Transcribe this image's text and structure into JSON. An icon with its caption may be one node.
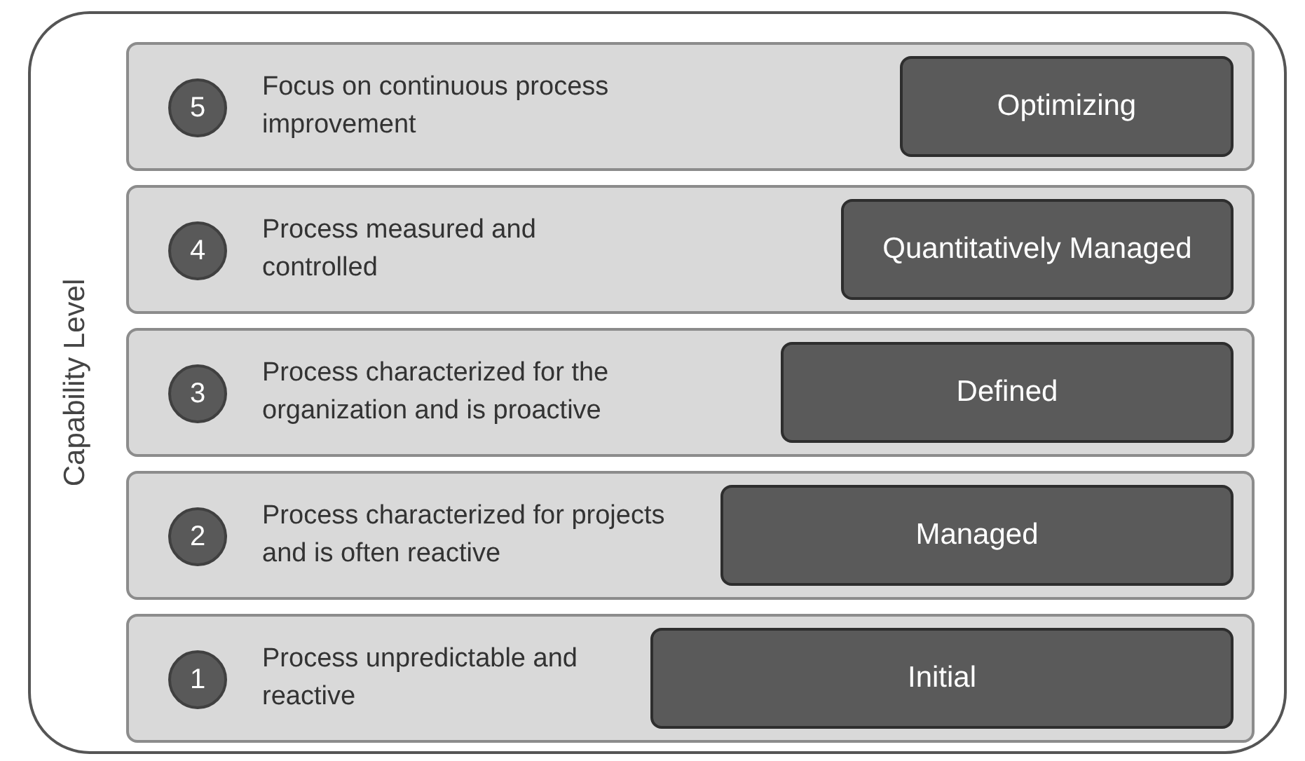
{
  "diagram": {
    "nodes": [
      {
        "text": [
          "Capability Level"
        ]
      },
      {
        "text": [
          "Focus on continuous process improvement"
        ],
        "in": 0
      },
      {
        "text": [
          "5"
        ],
        "in": 1
      },
      {
        "text": [
          "Optimizing"
        ],
        "in": 1
      },
      {
        "text": [
          "Process measured and controlled"
        ],
        "in": 0
      },
      {
        "text": [
          "4"
        ],
        "in": 4
      },
      {
        "text": [
          "Quantitatively Managed"
        ],
        "in": 4
      },
      {
        "text": [
          "Process characterized for the organization and is proactive"
        ],
        "in": 0
      },
      {
        "text": [
          "3"
        ],
        "in": 7
      },
      {
        "text": [
          "Defined"
        ],
        "in": 7
      },
      {
        "text": [
          "Process characterized for projects and is often reactive"
        ],
        "in": 0
      },
      {
        "text": [
          "2"
        ],
        "in": 10
      },
      {
        "text": [
          "Managed"
        ],
        "in": 10
      },
      {
        "text": [
          "Process unpredictable and reactive"
        ],
        "in": 0
      },
      {
        "text": [
          "1"
        ],
        "in": 13
      },
      {
        "text": [
          "Initial"
        ],
        "in": 13
      }
    ]
  }
}
